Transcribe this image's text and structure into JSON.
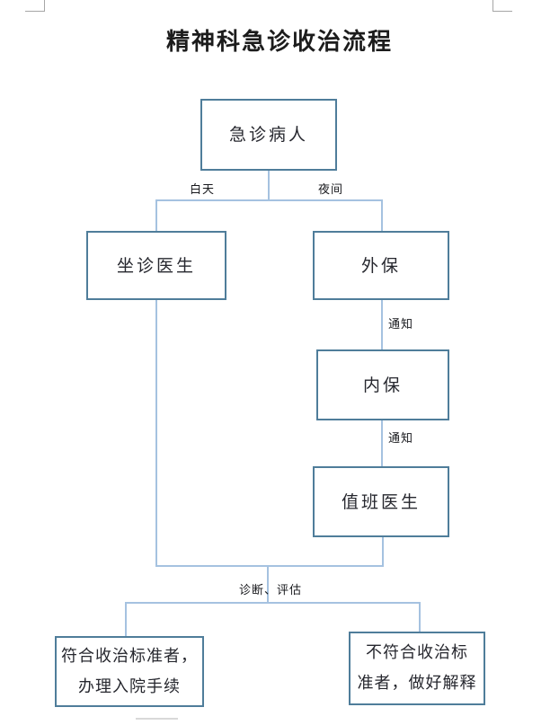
{
  "page": {
    "title": "精神科急诊收治流程"
  },
  "flowchart": {
    "nodes": {
      "patient": {
        "label": "急诊病人"
      },
      "day_doctor": {
        "label": "坐诊医生"
      },
      "external_security": {
        "label": "外保"
      },
      "internal_security": {
        "label": "内保"
      },
      "duty_doctor": {
        "label": "值班医生"
      },
      "admit": {
        "line1": "符合收治标准者，",
        "line2": "办理入院手续"
      },
      "reject": {
        "line1": "不符合收治标",
        "line2": "准者，做好解释"
      }
    },
    "edge_labels": {
      "daytime": "白天",
      "night": "夜间",
      "notify_1": "通知",
      "notify_2": "通知",
      "diagnosis": "诊断、评估"
    },
    "colors": {
      "box_border": "#4f7d9a",
      "connector": "#a5c2e0",
      "text": "#1c1c1c",
      "crop_mark": "#a6a6a6"
    }
  }
}
